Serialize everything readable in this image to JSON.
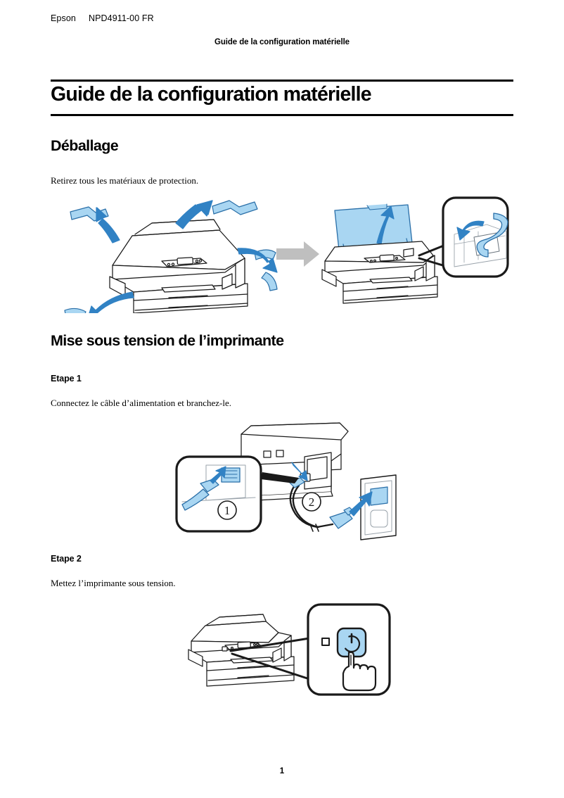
{
  "header": {
    "brand": "Epson",
    "doc_code": "NPD4911-00 FR",
    "running_title": "Guide de la configuration matérielle"
  },
  "document": {
    "title": "Guide de la configuration matérielle",
    "page_number": "1"
  },
  "sections": [
    {
      "heading": "Déballage",
      "text": "Retirez tous les matériaux de protection.",
      "figure": "unpacking-illustration"
    },
    {
      "heading": "Mise sous tension de l’imprimante",
      "steps": [
        {
          "label": "Etape 1",
          "text": "Connectez le câble d’alimentation et branchez-le.",
          "figure": "power-cable-illustration",
          "callouts": [
            "1",
            "2"
          ]
        },
        {
          "label": "Etape 2",
          "text": "Mettez l’imprimante sous tension.",
          "figure": "power-button-illustration",
          "button_icon": "power-symbol"
        }
      ]
    }
  ],
  "colors": {
    "arrow_blue": "#3182c4",
    "tape_blue": "#a9d6f2",
    "panel_blue": "#a9d6f2",
    "transition_gray": "#bfbfbf",
    "outline": "#1a1a1a",
    "text": "#000000"
  }
}
